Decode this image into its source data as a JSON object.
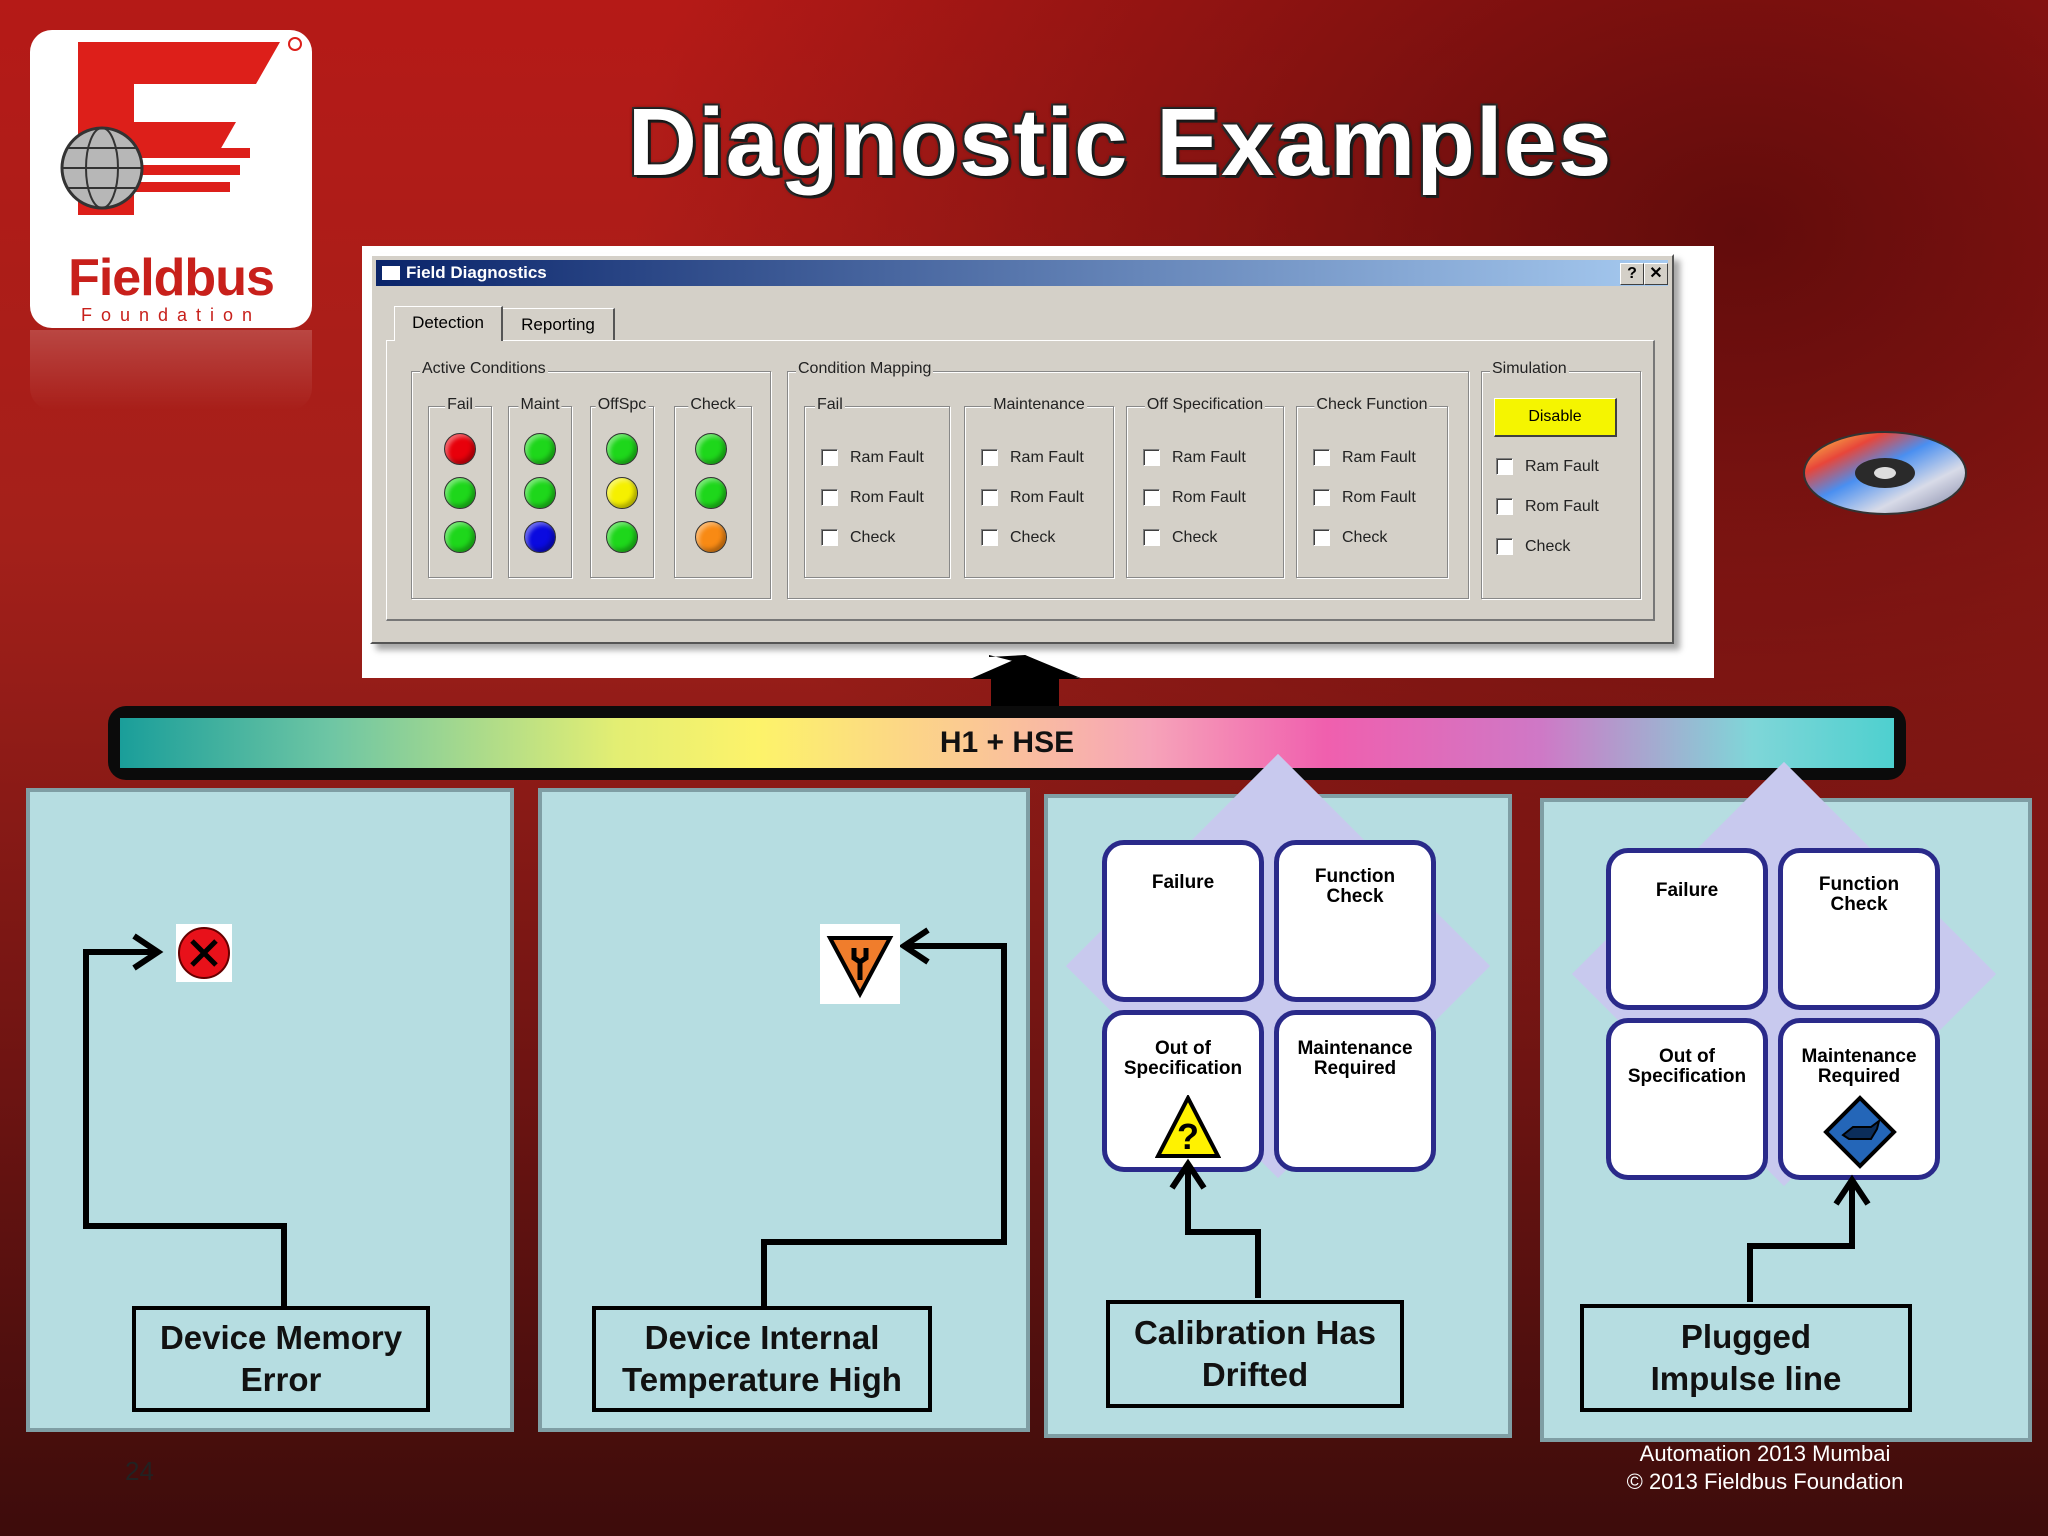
{
  "logo": {
    "name": "Fieldbus",
    "subtitle": "Foundation"
  },
  "slide": {
    "title": "Diagnostic Examples",
    "page_number": "24",
    "footer_line1": "Automation 2013 Mumbai",
    "footer_line2": "© 2013 Fieldbus Foundation"
  },
  "dialog": {
    "title": "Field Diagnostics",
    "help_label": "?",
    "close_label": "✕",
    "tabs": [
      "Detection",
      "Reporting"
    ],
    "active_conditions": {
      "label": "Active Conditions",
      "columns": [
        {
          "label": "Fail",
          "leds": [
            "#e8000b",
            "#1ed71b",
            "#1ed71b"
          ]
        },
        {
          "label": "Maint",
          "leds": [
            "#1ed71b",
            "#1ed71b",
            "#0a0ae0"
          ]
        },
        {
          "label": "OffSpc",
          "leds": [
            "#1ed71b",
            "#f5f000",
            "#1ed71b"
          ]
        },
        {
          "label": "Check",
          "leds": [
            "#1ed71b",
            "#1ed71b",
            "#f88a14"
          ]
        }
      ]
    },
    "condition_mapping": {
      "label": "Condition Mapping",
      "groups": [
        {
          "label": "Fail",
          "items": [
            "Ram Fault",
            "Rom Fault",
            "Check"
          ]
        },
        {
          "label": "Maintenance",
          "items": [
            "Ram Fault",
            "Rom Fault",
            "Check"
          ]
        },
        {
          "label": "Off Specification",
          "items": [
            "Ram Fault",
            "Rom Fault",
            "Check"
          ]
        },
        {
          "label": "Check Function",
          "items": [
            "Ram Fault",
            "Rom Fault",
            "Check"
          ]
        }
      ]
    },
    "simulation": {
      "label": "Simulation",
      "button": "Disable",
      "items": [
        "Ram Fault",
        "Rom Fault",
        "Check"
      ]
    }
  },
  "bus": {
    "label": "H1 + HSE"
  },
  "panels": [
    {
      "callout": [
        "Device Memory",
        "Error"
      ]
    },
    {
      "callout": [
        "Device Internal",
        "Temperature High"
      ]
    },
    {
      "callout": [
        "Calibration Has",
        "Drifted"
      ],
      "squares": [
        "Failure",
        "Function Check",
        "Out of Specification",
        "Maintenance Required"
      ]
    },
    {
      "callout": [
        "Plugged",
        "Impulse line"
      ],
      "squares": [
        "Failure",
        "Function Check",
        "Out of Specification",
        "Maintenance Required"
      ]
    }
  ],
  "icons": {
    "failure": "failure-x-icon",
    "maintenance": "wrench-triangle-icon",
    "out_of_spec": "question-warning-icon",
    "maintenance_required": "oil-can-diamond-icon",
    "cd": "cd-disc-icon"
  }
}
